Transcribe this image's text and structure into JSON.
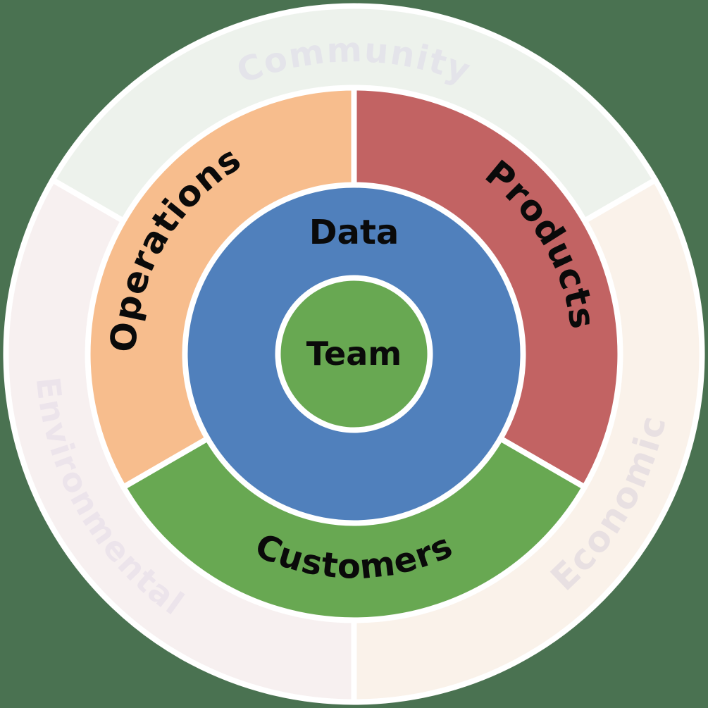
{
  "diagram": {
    "background_color": "#4a7251",
    "separator_color": "#ffffff",
    "center": {
      "label": "Team",
      "color": "#68a852",
      "text_color": "#0a0a0a"
    },
    "inner_ring": {
      "label": "Data",
      "color": "#5080bc",
      "text_color": "#0a0a0a"
    },
    "middle_ring": {
      "text_color": "#0a0a0a",
      "segments": [
        {
          "label": "Products",
          "color": "#c26363"
        },
        {
          "label": "Customers",
          "color": "#68a852"
        },
        {
          "label": "Operations",
          "color": "#f7bd8d"
        }
      ]
    },
    "outer_ring": {
      "segments": [
        {
          "label": "Community",
          "color": "#edf2ec",
          "text_color": "#e4e4ea"
        },
        {
          "label": "Economic",
          "color": "#faf2ea",
          "text_color": "#e8e0e2"
        },
        {
          "label": "Environmental",
          "color": "#f7f0f0",
          "text_color": "#ece4eb"
        }
      ]
    }
  }
}
